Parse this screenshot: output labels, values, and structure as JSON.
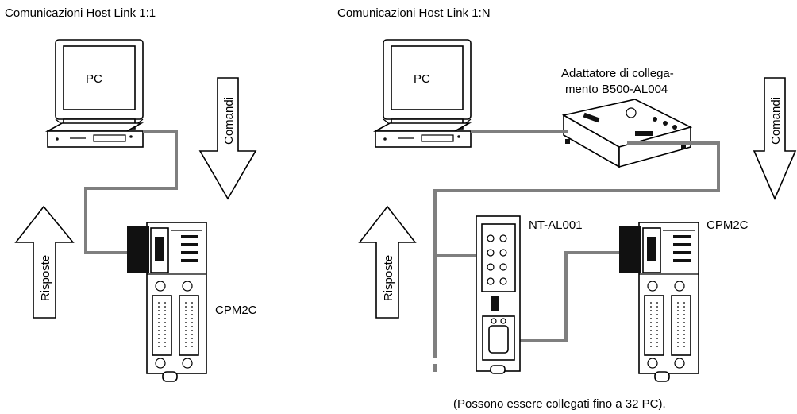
{
  "left": {
    "title": "Comunicazioni Host Link 1:1",
    "pc_label": "PC",
    "commands_label": "Comandi",
    "responses_label": "Risposte",
    "plc_label": "CPM2C"
  },
  "right": {
    "title": "Comunicazioni Host Link 1:N",
    "pc_label": "PC",
    "adapter_line1": "Adattatore di collega-",
    "adapter_line2": "mento B500-AL004",
    "commands_label": "Comandi",
    "responses_label": "Risposte",
    "nt_label": "NT-AL001",
    "plc_label": "CPM2C",
    "footnote": "(Possono essere collegati fino a 32 PC)."
  },
  "colors": {
    "cable": "#7f7f7f",
    "line": "#000000",
    "background": "#ffffff"
  }
}
